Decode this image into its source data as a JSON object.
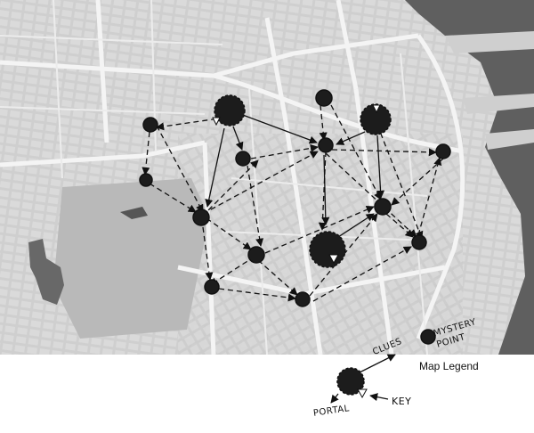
{
  "legend": {
    "title": "Map Legend",
    "mystery_point_label": "MYSTERY POINT",
    "clues_label": "CLUES",
    "portal_label": "PORTAL",
    "key_label": "KEY"
  },
  "colors": {
    "map_background": "#d4d4d4",
    "water": "#666666",
    "park": "#b6b6b6",
    "road": "#f2f2f2",
    "marker": "#1c1c1c",
    "path": "#111111"
  }
}
